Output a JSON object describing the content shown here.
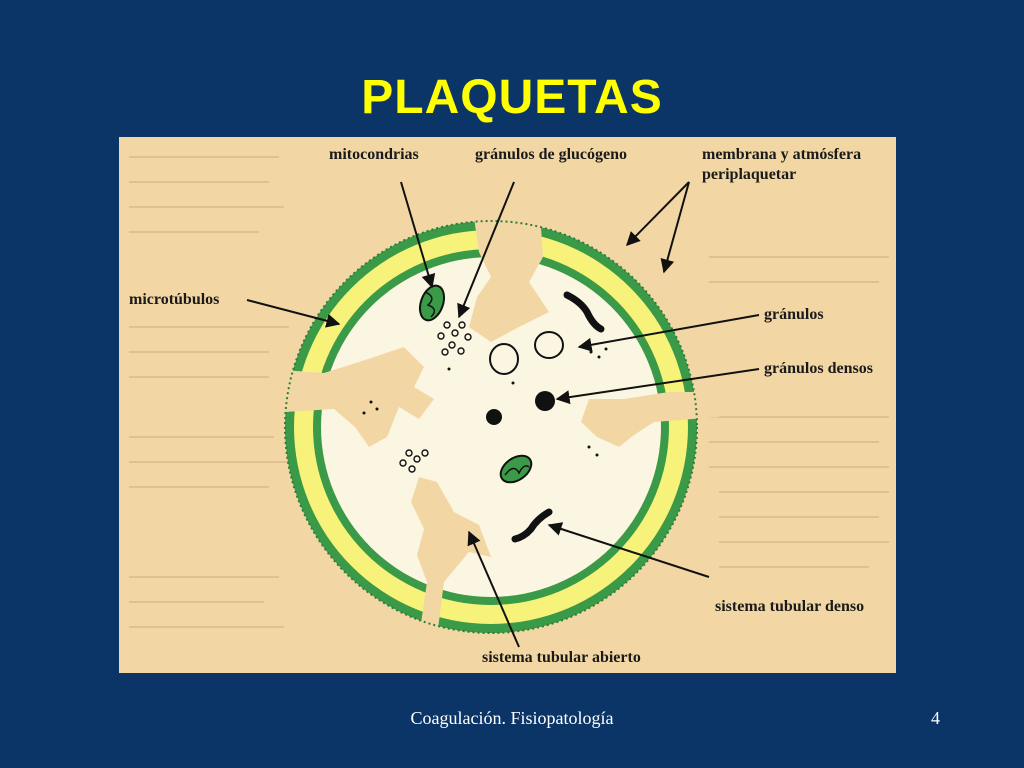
{
  "slide": {
    "title": "PLAQUETAS",
    "footer_text": "Coagulación. Fisiopatología",
    "page_number": "4"
  },
  "diagram": {
    "labels": {
      "mitocondrias": "mitocondrias",
      "glucogeno": "gránulos de glucógeno",
      "membrana_1": "membrana y atmósfera",
      "membrana_2": "periplaquetar",
      "microtubulos": "microtúbulos",
      "granulos": "gránulos",
      "granulos_densos": "gránulos densos",
      "tubular_denso": "sistema tubular denso",
      "tubular_abierto": "sistema tubular abierto"
    }
  },
  "colors": {
    "background": "#0b3566",
    "title": "#ffff00",
    "figure_bg": "#f2d7a4",
    "outer_ring": "#3a9a48",
    "yellow_ring": "#f6f27a",
    "inner_ring": "#3a9a48",
    "cytoplasm": "#fbf6e2",
    "tubular_system": "#efcf9b"
  }
}
